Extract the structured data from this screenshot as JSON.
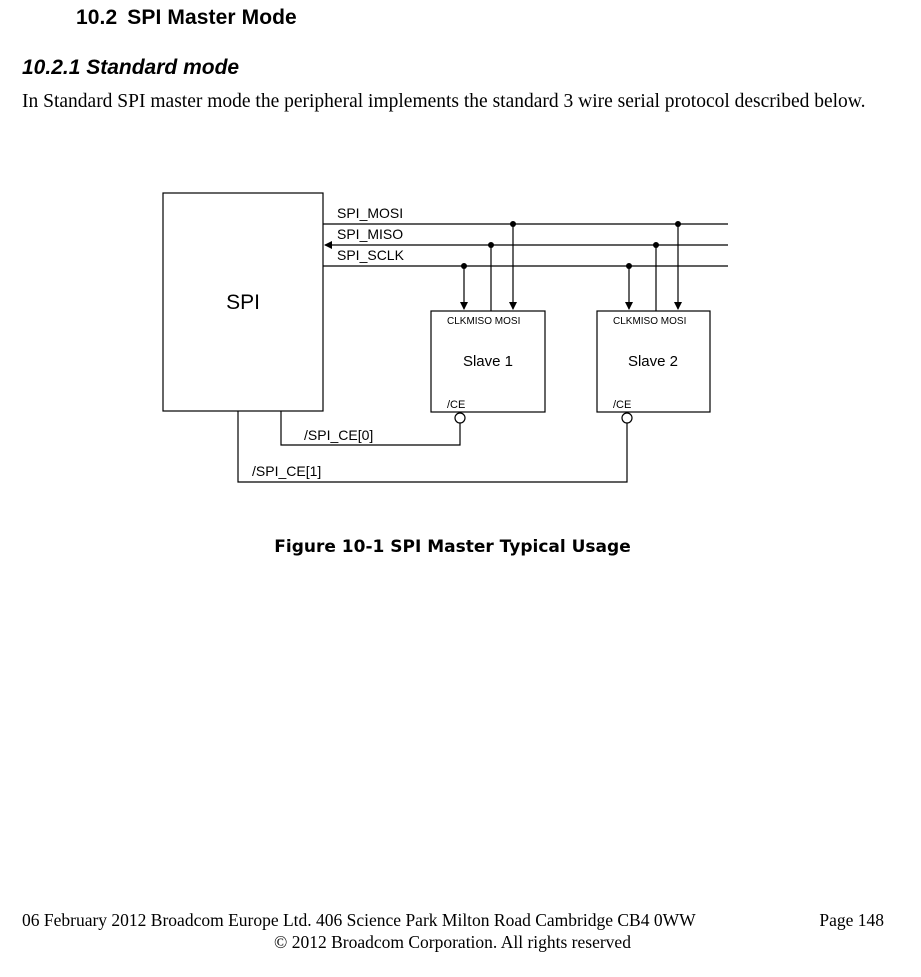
{
  "section": {
    "number": "10.2",
    "title": "SPI Master Mode"
  },
  "subsection": {
    "title": "10.2.1 Standard mode"
  },
  "paragraph": "In Standard SPI master mode the peripheral implements the standard 3 wire serial protocol described below.",
  "diagram": {
    "master_label": "SPI",
    "signals": [
      "SPI_MOSI",
      "SPI_MISO",
      "SPI_SCLK"
    ],
    "slaves": [
      {
        "name": "Slave 1",
        "pins": "CLKMISO MOSI",
        "ce_pin": "/CE",
        "ce_line": "/SPI_CE[0]"
      },
      {
        "name": "Slave 2",
        "pins": "CLKMISO MOSI",
        "ce_pin": "/CE",
        "ce_line": "/SPI_CE[1]"
      }
    ]
  },
  "caption": "Figure 10-1 SPI Master Typical Usage",
  "footer": {
    "left": "06 February 2012 Broadcom Europe Ltd. 406 Science Park Milton Road Cambridge CB4 0WW",
    "page": "Page 148",
    "copyright": "© 2012 Broadcom Corporation.  All rights reserved"
  }
}
